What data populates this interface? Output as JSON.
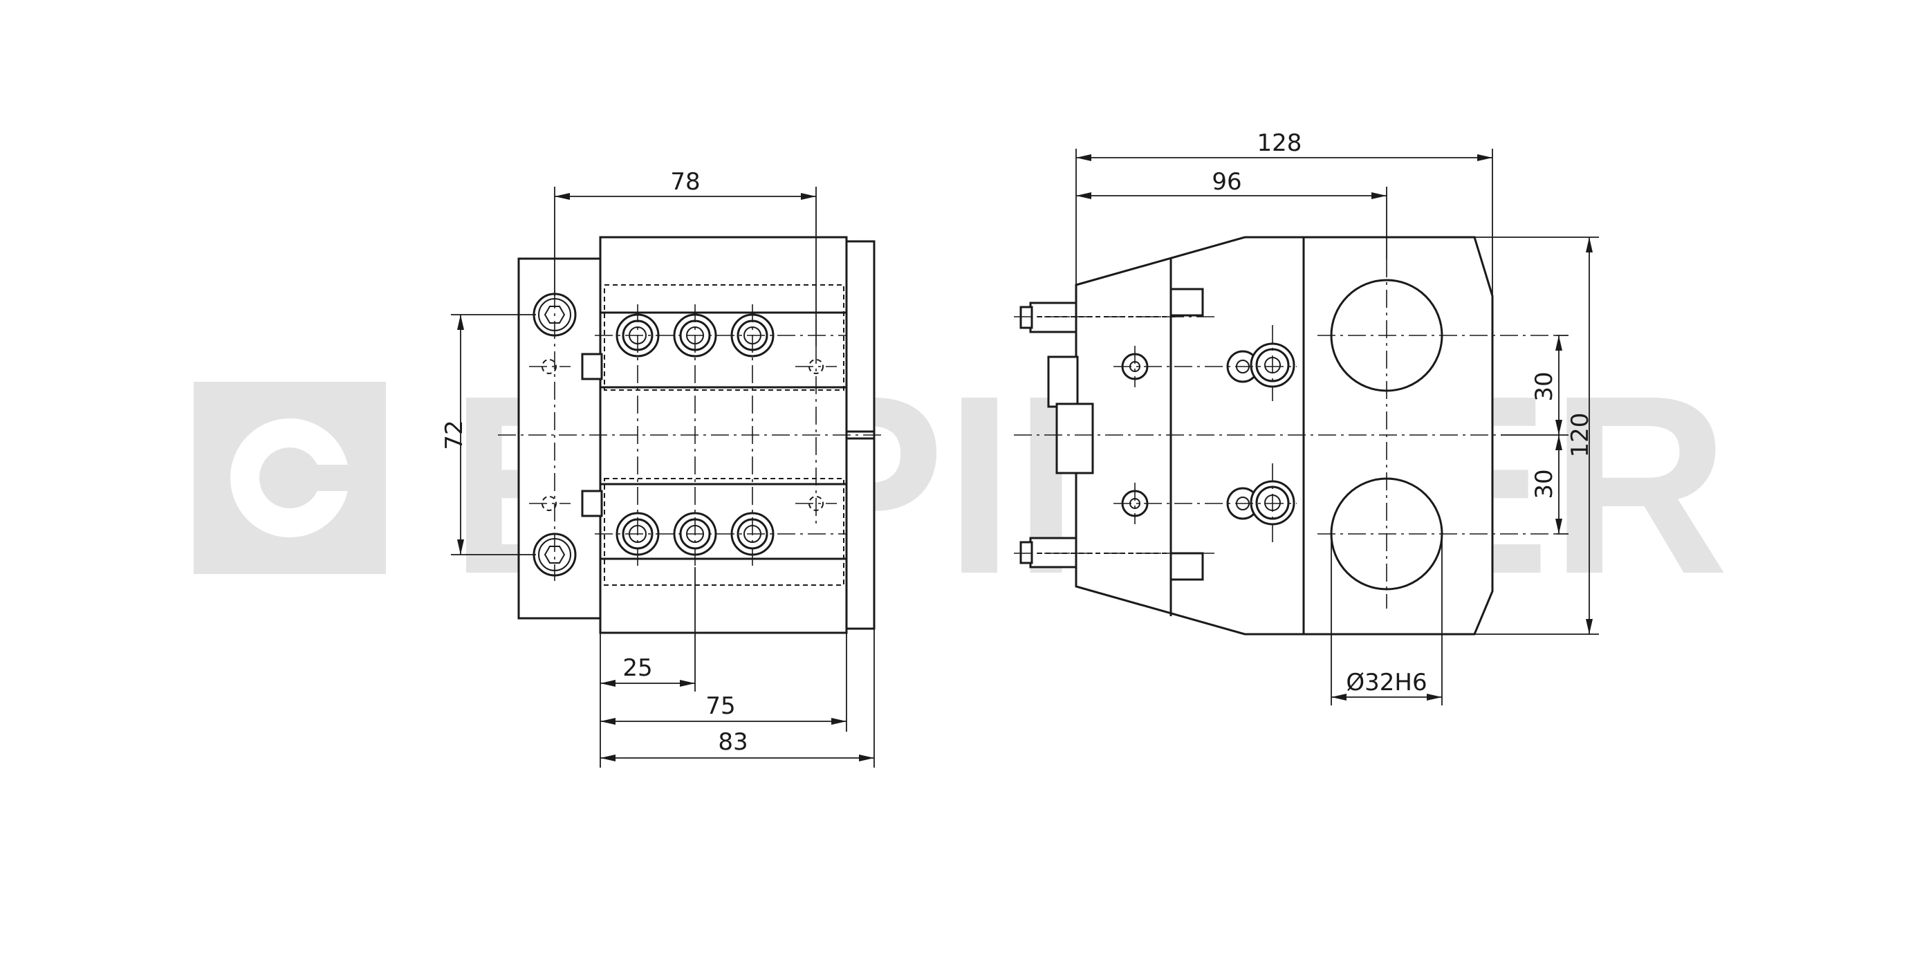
{
  "watermark": {
    "text": "EPPINGER",
    "color": "#e3e3e3"
  },
  "views": {
    "front": {
      "dimensions": {
        "width_78": "78",
        "height_72": "72",
        "offset_25": "25",
        "length_75": "75",
        "length_83": "83"
      }
    },
    "side": {
      "dimensions": {
        "total_128": "128",
        "width_96": "96",
        "height_120": "120",
        "spacing_upper_30": "30",
        "spacing_lower_30": "30",
        "bore_diameter": "Ø32H6"
      }
    }
  },
  "colors": {
    "line": "#1a1a1a",
    "background": "#ffffff"
  }
}
